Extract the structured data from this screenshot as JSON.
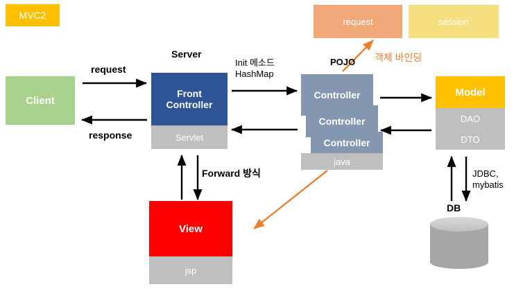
{
  "diagram": {
    "title_badge": "MVC2",
    "scopes": [
      {
        "name": "request",
        "label": "request",
        "color": "#F0A878"
      },
      {
        "name": "session",
        "label": "session",
        "color": "#F5DF7E"
      }
    ],
    "nodes": {
      "client": {
        "label": "Client",
        "color": "#A9D18E"
      },
      "front_controller": {
        "label": "Front\nController",
        "sub_label": "Servlet",
        "color": "#2E5496",
        "sub_color": "#BFBFBF"
      },
      "controllers": [
        {
          "label": "Controller"
        },
        {
          "label": "Controller"
        },
        {
          "label": "Controller"
        }
      ],
      "controller_color": "#8496B0",
      "java_layer": {
        "label": "java",
        "color": "#BFBFBF"
      },
      "model": {
        "label": "Model",
        "color": "#FFC000"
      },
      "dao": {
        "label": "DAO",
        "color": "#BFBFBF"
      },
      "dto": {
        "label": "DTO",
        "color": "#BFBFBF"
      },
      "view": {
        "label": "View",
        "sub_label": "jsp",
        "color": "#FF0000",
        "sub_color": "#BFBFBF"
      },
      "db": {
        "label": "DB",
        "color": "#A6A6A6"
      }
    },
    "edge_labels": {
      "request": "request",
      "response": "response",
      "server": "Server",
      "init_hashmap": "Init 메소드\nHashMap",
      "pojo": "POJO",
      "object_binding": "객체 바인딩",
      "forward": "Forward 방식",
      "jdbc": "JDBC,\nmybatis",
      "db": "DB"
    },
    "accent_color": "#ED7D31",
    "arrow_color": "#000000"
  }
}
